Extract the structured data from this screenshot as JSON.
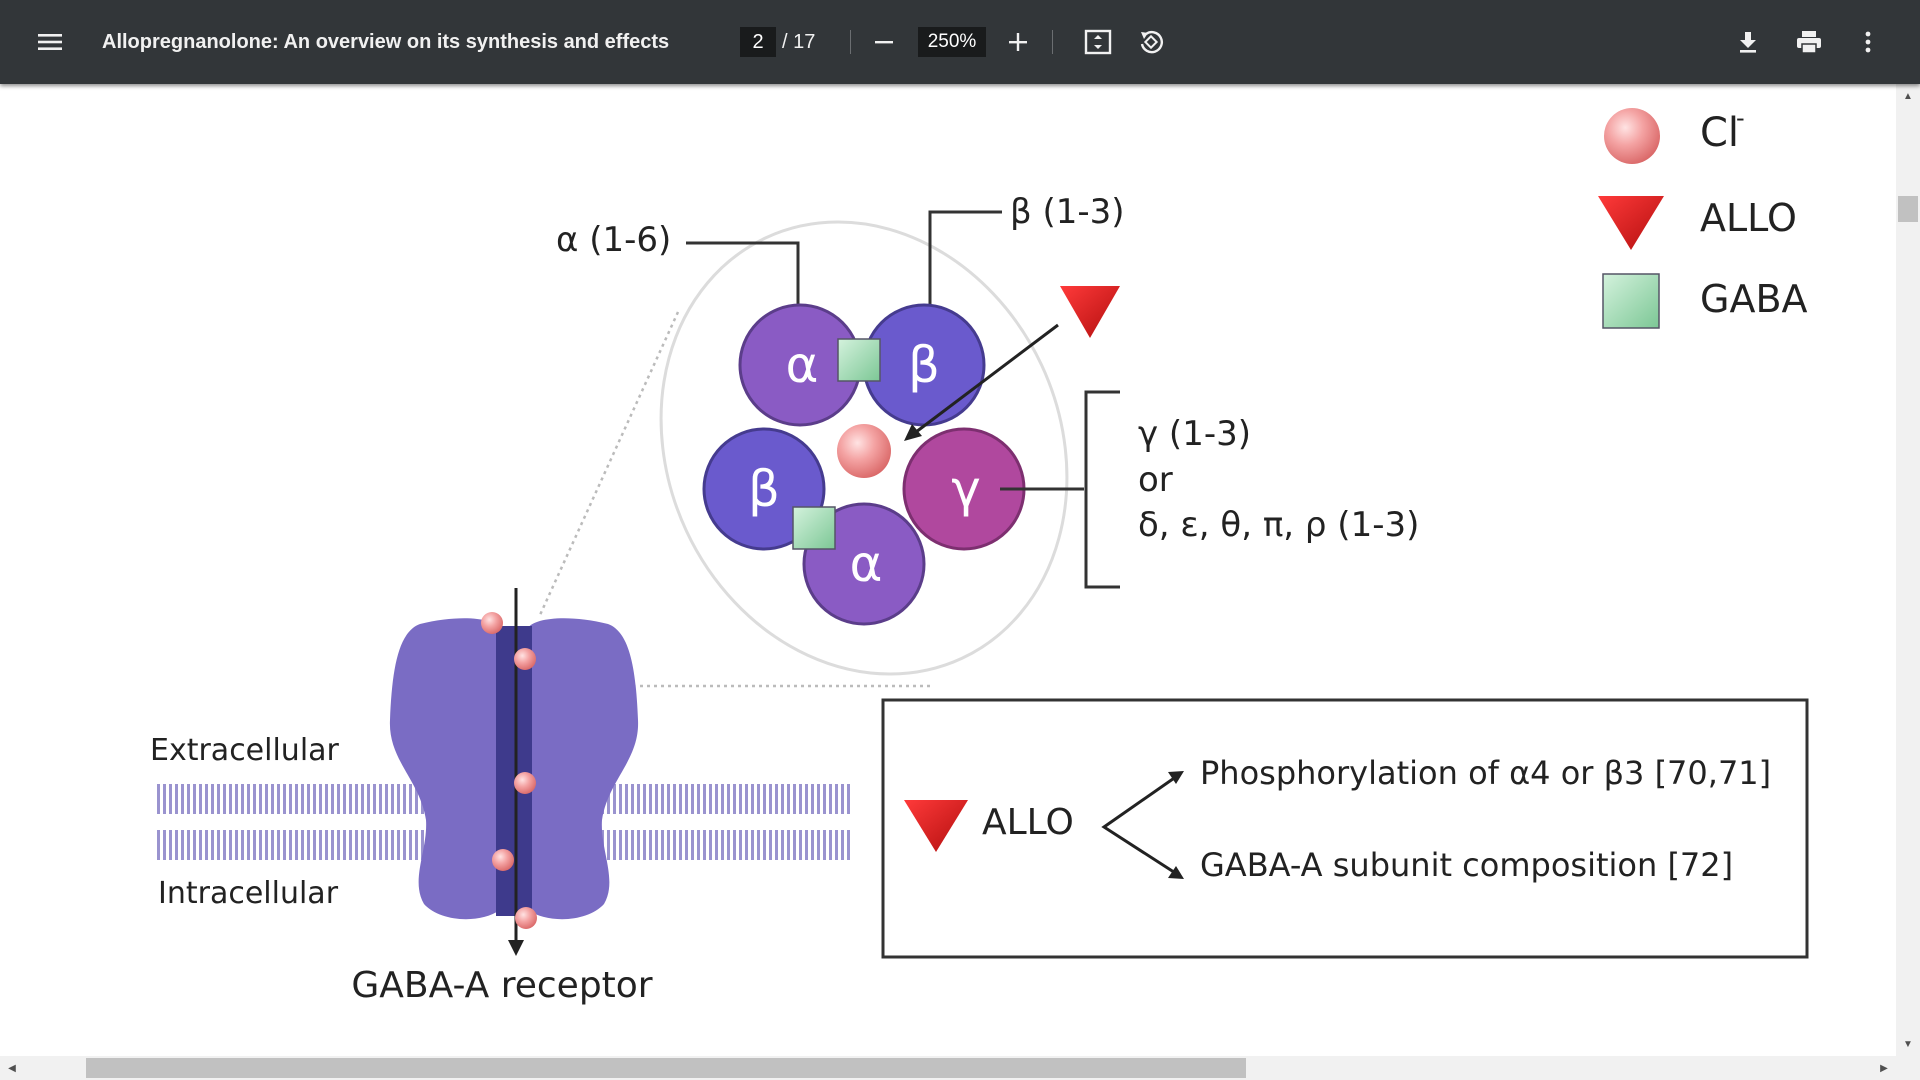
{
  "toolbar": {
    "menu_icon": "hamburger-menu-icon",
    "title": "Allopregnanolone: An overview on its synthesis and effects",
    "current_page": "2",
    "page_total": "/ 17",
    "zoom_out_icon": "minus-icon",
    "zoom_level": "250%",
    "zoom_in_icon": "plus-icon",
    "fit_icon": "fit-to-page-icon",
    "rotate_icon": "rotate-icon",
    "download_icon": "download-icon",
    "print_icon": "print-icon",
    "more_icon": "more-vertical-icon"
  },
  "figure": {
    "legend": {
      "chloride": "Cl",
      "chloride_sup": "-",
      "allo": "ALLO",
      "gaba": "GABA"
    },
    "subunits": {
      "alpha_label": "α (1-6)",
      "beta_label": "β (1-3)",
      "gamma_label": "γ (1-3)",
      "or": "or",
      "alternatives": "δ, ε, θ, π, ρ (1-3)",
      "alpha_symbol": "α",
      "beta_symbol": "β",
      "gamma_symbol": "γ"
    },
    "membrane": {
      "extracellular": "Extracellular",
      "intracellular": "Intracellular",
      "receptor_label": "GABA-A receptor"
    },
    "effects_box": {
      "allo": "ALLO",
      "effect_1": "Phosphorylation of α4 or β3 [70,71]",
      "effect_2": "GABA-A  subunit composition [72]"
    },
    "colors": {
      "alpha": "#8a5bc4",
      "beta": "#6a5acd",
      "gamma": "#b0489e",
      "receptor": "#6c5fb5",
      "allo": "#d41616",
      "gaba": "#8fd1a6",
      "chloride": "#f08a8a"
    }
  }
}
